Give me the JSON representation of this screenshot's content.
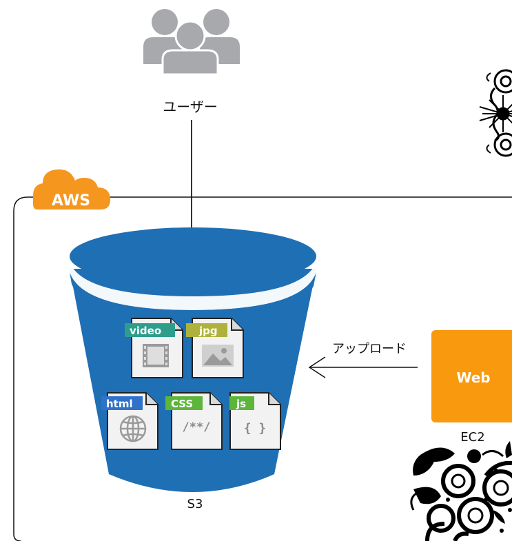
{
  "user": {
    "icon": "users-group-icon",
    "label": "ユーザー"
  },
  "aws": {
    "badge": "AWS",
    "color": "#f5961f"
  },
  "s3": {
    "label": "S3",
    "color": "#1f6fb5",
    "files": [
      {
        "tag": "video",
        "tag_color": "#2e9e8c",
        "icon": "film-icon"
      },
      {
        "tag": "jpg",
        "tag_color": "#aeb23c",
        "icon": "image-icon"
      },
      {
        "tag": "html",
        "tag_color": "#2f72c9",
        "icon": "globe-icon"
      },
      {
        "tag": "CSS",
        "tag_color": "#5db53a",
        "icon": "css-comment-icon",
        "symbol": "/**/"
      },
      {
        "tag": "js",
        "tag_color": "#5db53a",
        "icon": "braces-icon",
        "symbol": "{ }"
      }
    ]
  },
  "upload": {
    "label": "アップロード"
  },
  "ec2": {
    "badge": "Web",
    "label": "EC2",
    "color": "#f8990e"
  },
  "decorations": [
    "ornament-top-right",
    "ornament-bottom-right"
  ]
}
